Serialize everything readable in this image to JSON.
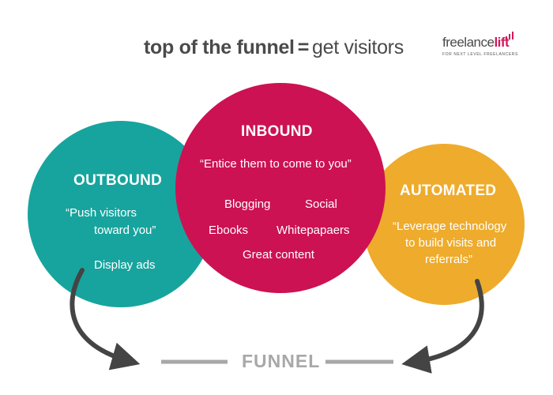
{
  "title": {
    "bold": "top of the funnel",
    "eq": "=",
    "light": "get visitors"
  },
  "logo": {
    "word_prefix": "freelance",
    "word_suffix": "lift",
    "tagline": "FOR NEXT LEVEL FREELANCERS"
  },
  "colors": {
    "outbound": "#17a49e",
    "inbound": "#cc1252",
    "automated": "#eeab2c",
    "arrow": "#444444",
    "funnel": "#a8a8a8",
    "logo_accent": "#d01a5a"
  },
  "outbound": {
    "heading": "OUTBOUND",
    "quote_line1": "“Push visitors",
    "quote_line2": "toward you”",
    "item": "Display ads"
  },
  "inbound": {
    "heading": "INBOUND",
    "quote": "“Entice them to come to you”",
    "items": [
      "Blogging",
      "Social",
      "Ebooks",
      "Whitepapaers",
      "Great content"
    ]
  },
  "automated": {
    "heading": "AUTOMATED",
    "quote_line1": "“Leverage technology",
    "quote_line2": "to build visits and",
    "quote_line3": "referrals”"
  },
  "funnel": {
    "label": "FUNNEL"
  }
}
